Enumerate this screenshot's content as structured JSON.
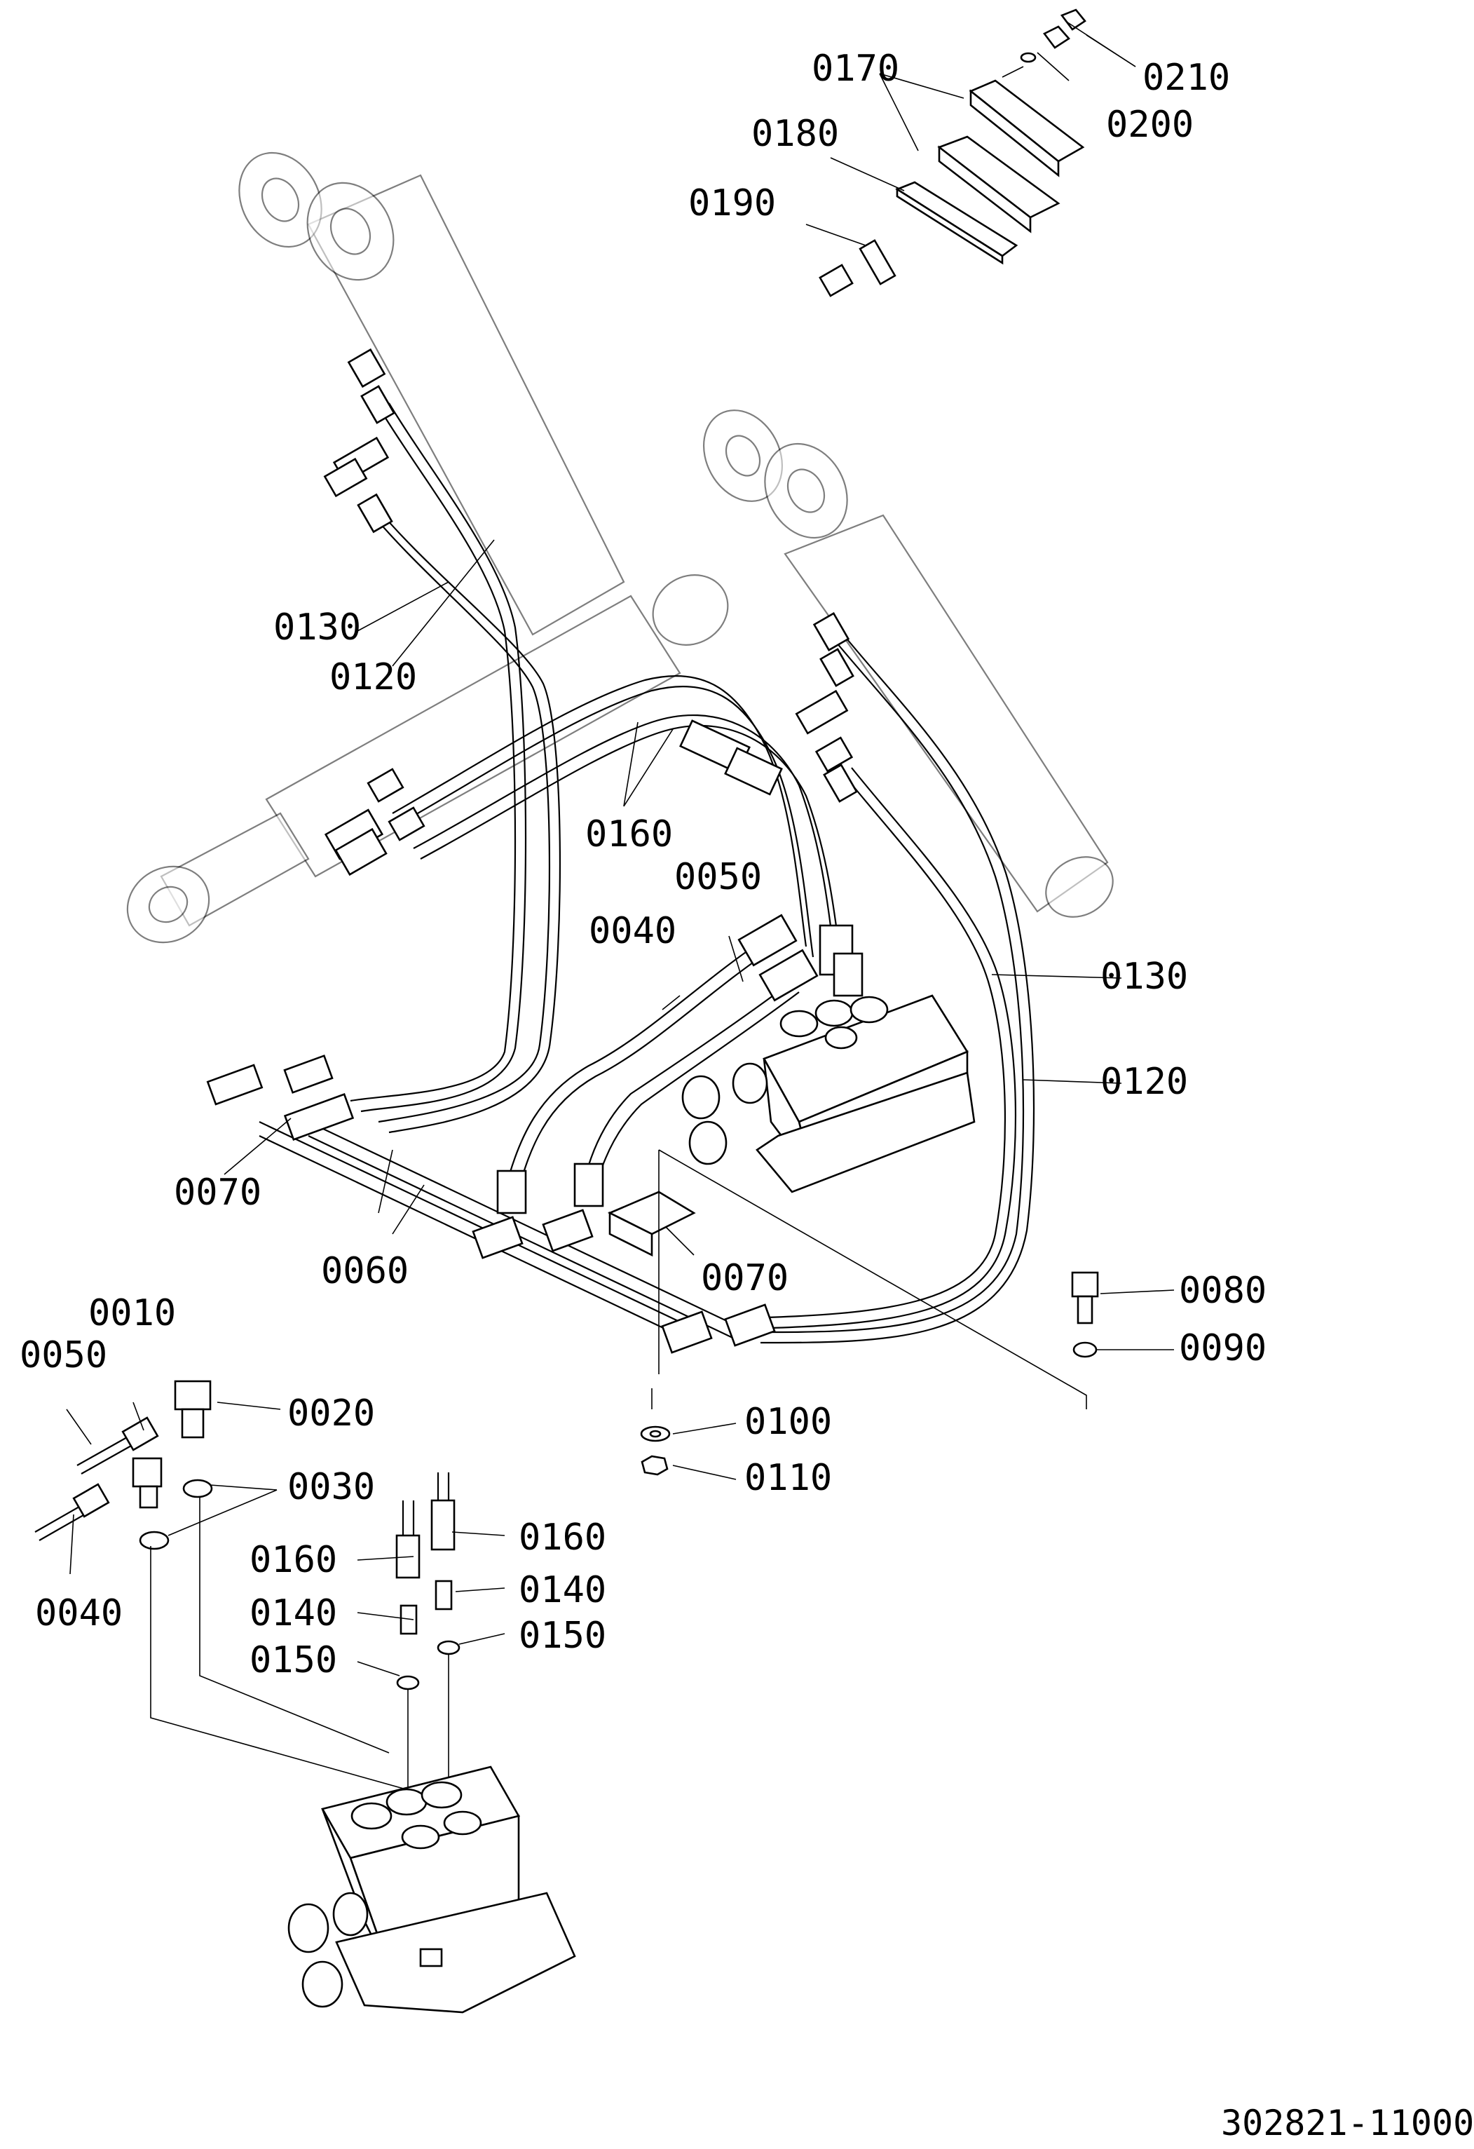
{
  "drawing": {
    "document_number": "302821-11000",
    "part_labels": {
      "p0010": "0010",
      "p0020": "0020",
      "p0030": "0030",
      "p0040a": "0040",
      "p0040b": "0040",
      "p0050a": "0050",
      "p0050b": "0050",
      "p0060": "0060",
      "p0070a": "0070",
      "p0070b": "0070",
      "p0080": "0080",
      "p0090": "0090",
      "p0100": "0100",
      "p0110": "0110",
      "p0120a": "0120",
      "p0120b": "0120",
      "p0130a": "0130",
      "p0130b": "0130",
      "p0140a": "0140",
      "p0140b": "0140",
      "p0150a": "0150",
      "p0150b": "0150",
      "p0160a": "0160",
      "p0160b": "0160",
      "p0160c": "0160",
      "p0170": "0170",
      "p0180": "0180",
      "p0190": "0190",
      "p0200": "0200",
      "p0210": "0210"
    }
  }
}
